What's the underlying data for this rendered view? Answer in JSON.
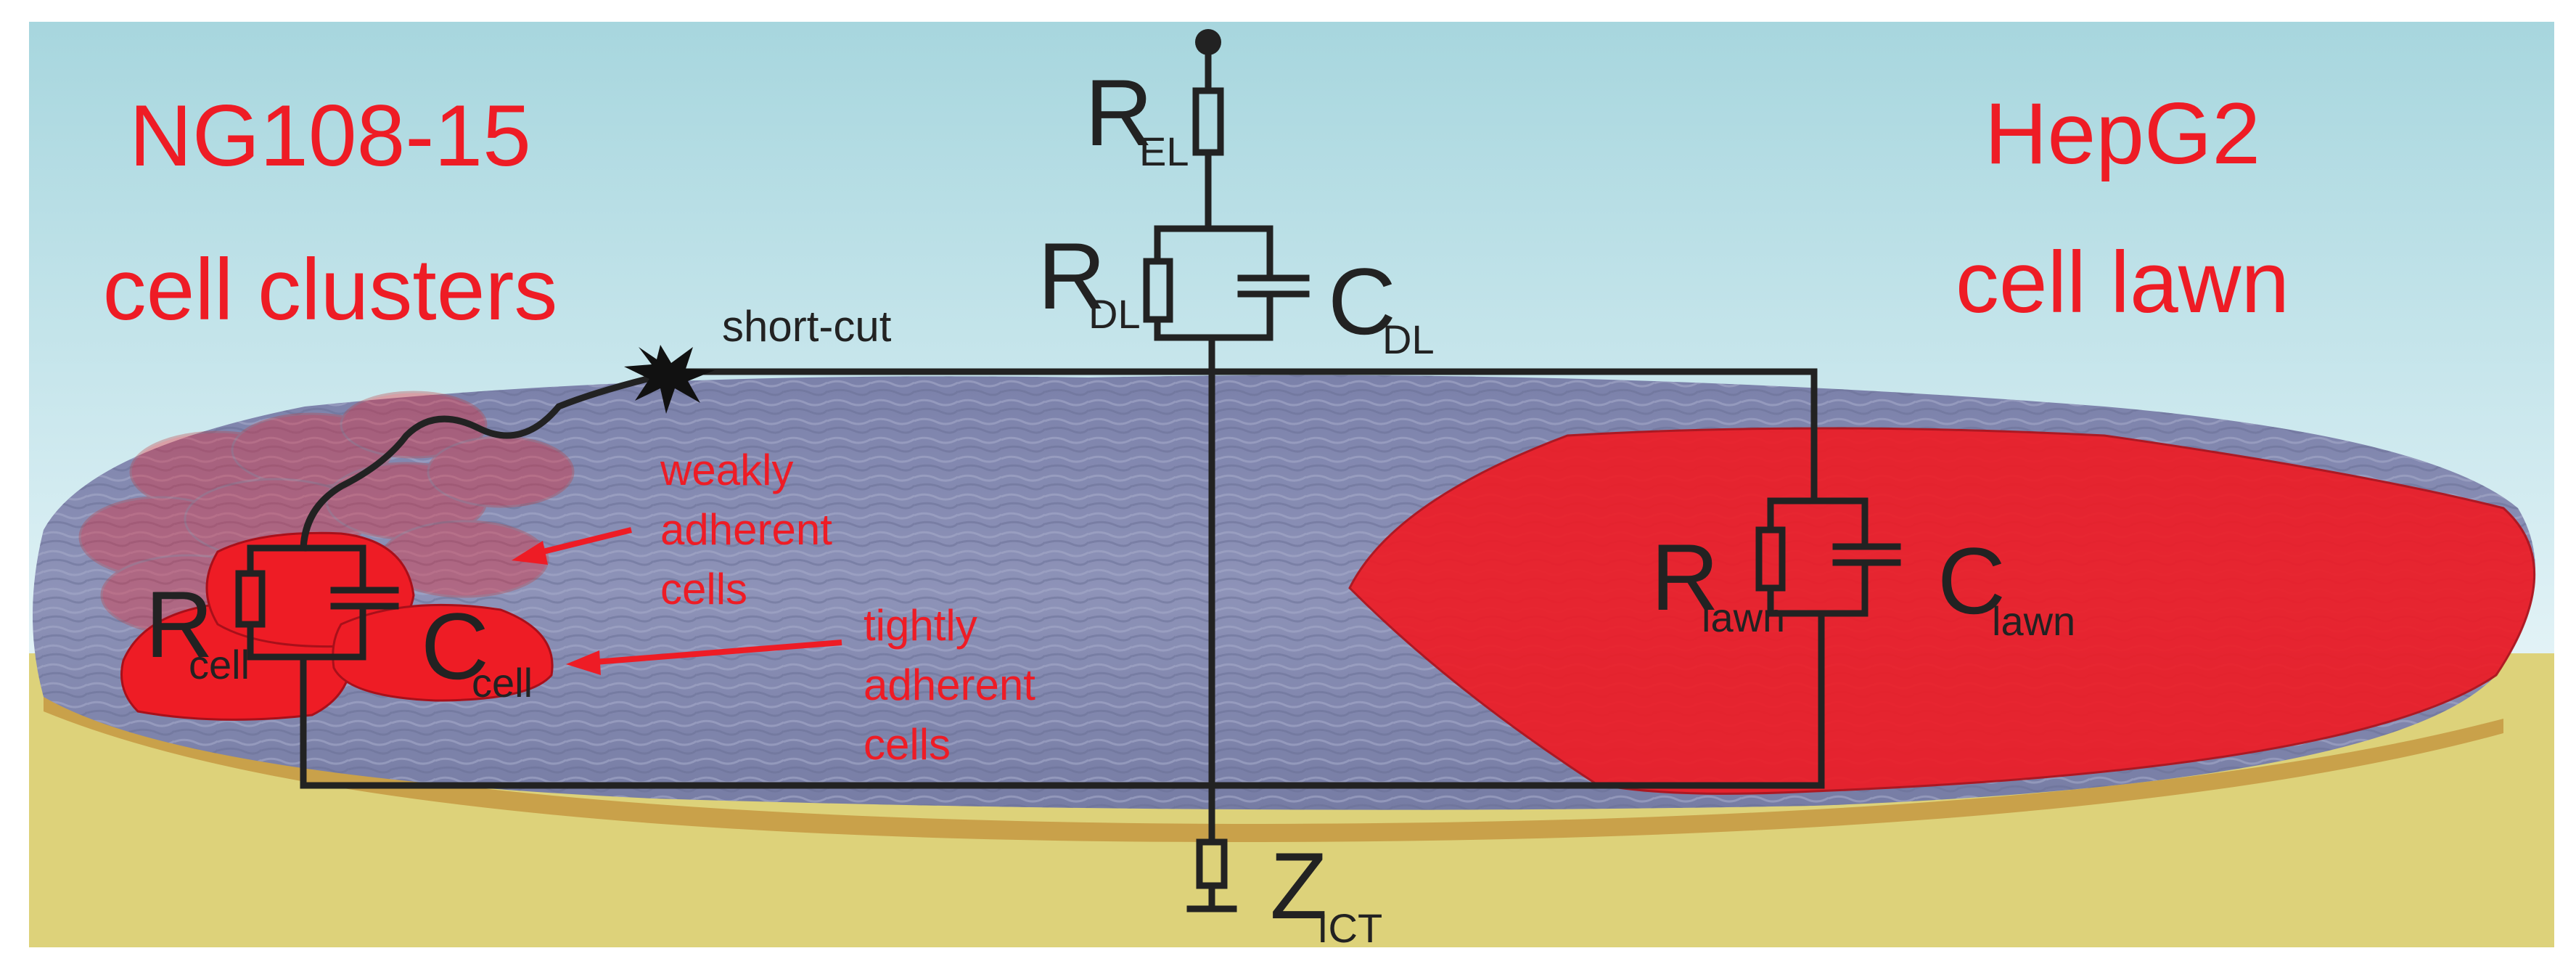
{
  "colors": {
    "sky_top": "#a9d7df",
    "sky_bottom": "#ffffff",
    "ground": "#ddd27a",
    "ground_edge": "#c8a24a",
    "electrode": "#8287ad",
    "cells": "#ee1c25",
    "wire": "#222222"
  },
  "labels": {
    "left_title_line1": "NG108-15",
    "left_title_line2": "cell clusters",
    "right_title_line1": "HepG2",
    "right_title_line2": "cell lawn",
    "short_cut": "short-cut",
    "weakly_line1": "weakly",
    "weakly_line2": "adherent",
    "weakly_line3": "cells",
    "tightly_line1": "tightly",
    "tightly_line2": "adherent",
    "tightly_line3": "cells"
  },
  "components": {
    "r_el": {
      "main": "R",
      "sub": "EL"
    },
    "r_dl": {
      "main": "R",
      "sub": "DL"
    },
    "c_dl": {
      "main": "C",
      "sub": "DL"
    },
    "r_cell": {
      "main": "R",
      "sub": "cell"
    },
    "c_cell": {
      "main": "C",
      "sub": "cell"
    },
    "r_lawn": {
      "main": "R",
      "sub": "lawn"
    },
    "c_lawn": {
      "main": "C",
      "sub": "lawn"
    },
    "z_ict": {
      "main": "Z",
      "sub": "ICT"
    }
  }
}
